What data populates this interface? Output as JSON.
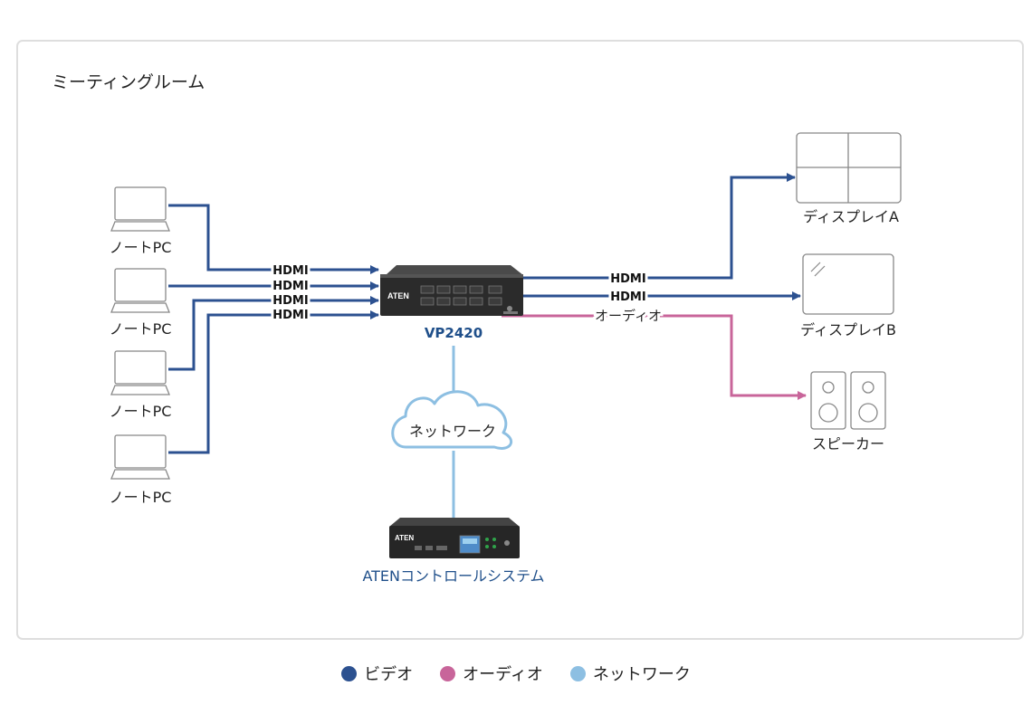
{
  "room_title": "ミーティングルーム",
  "laptops": [
    {
      "label": "ノートPC"
    },
    {
      "label": "ノートPC"
    },
    {
      "label": "ノートPC"
    },
    {
      "label": "ノートPC"
    }
  ],
  "hdmi_inputs": [
    "HDMI",
    "HDMI",
    "HDMI",
    "HDMI"
  ],
  "switcher": {
    "model": "VP2420",
    "brand": "ATEN"
  },
  "outputs": {
    "hdmi_a": "HDMI",
    "hdmi_b": "HDMI",
    "audio": "オーディオ"
  },
  "display_a": {
    "label": "ディスプレイA"
  },
  "display_b": {
    "label": "ディスプレイB"
  },
  "speaker": {
    "label": "スピーカー"
  },
  "network": {
    "label": "ネットワーク"
  },
  "controller": {
    "label": "ATENコントロールシステム",
    "brand": "ATEN"
  },
  "legend": [
    {
      "label": "ビデオ",
      "color": "#2c5190"
    },
    {
      "label": "オーディオ",
      "color": "#c8659a"
    },
    {
      "label": "ネットワーク",
      "color": "#8dbfe2"
    }
  ],
  "colors": {
    "video": "#2c5190",
    "audio": "#c8659a",
    "network": "#8dbfe2"
  }
}
